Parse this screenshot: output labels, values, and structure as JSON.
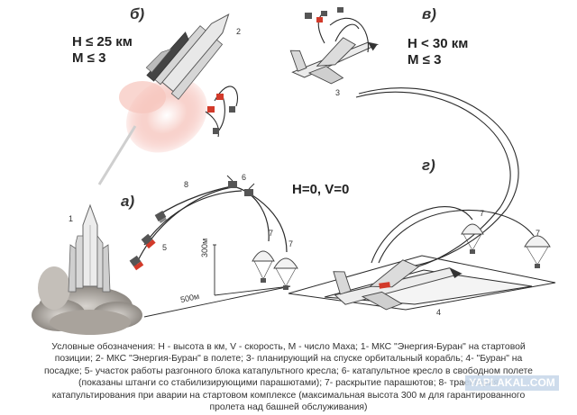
{
  "panels": {
    "a": "а)",
    "b": "б)",
    "v": "в)",
    "g": "г)"
  },
  "conditions": {
    "b_h": "H ≤ 25 км",
    "b_m": "M ≤ 3",
    "v_h": "H < 30 км",
    "v_m": "M ≤ 3",
    "g": "H=0, V=0"
  },
  "numbers": {
    "n1": "1",
    "n2": "2",
    "n3": "3",
    "n4": "4",
    "n5": "5",
    "n6": "6",
    "n7a": "7",
    "n7b": "7",
    "n7c": "7",
    "n7d": "7",
    "n8": "8"
  },
  "distances": {
    "height": "300м",
    "range": "500м"
  },
  "caption": "Условные обозначения: H - высота в км, V - скорость, M - число Маха; 1- МКС \"Энергия-Буран\" на стартовой позиции; 2- МКС \"Энергия-Буран\" в полете; 3- планирующий на спуске орбитальный корабль; 4- \"Буран\" на посадке; 5- участок работы разгонного блока катапультного кресла; 6- катапультное кресло в свободном полете (показаны штанги со стабилизирующими парашютами); 7- раскрытие парашютов; 8- траектория катапультирования при аварии на стартовом комплексе (максимальная высота 300 м для гарантированного пролета над башней обслуживания)",
  "watermark": "YAPLAKAL.COM",
  "colors": {
    "line": "#2b2b2b",
    "shuttle_body": "#e9e9e9",
    "engine_flame": "#f4b8b0",
    "seat_red": "#d23a2a",
    "ground_smoke": "#b7b2ac",
    "watermark_bg": "#c9d9ea"
  }
}
